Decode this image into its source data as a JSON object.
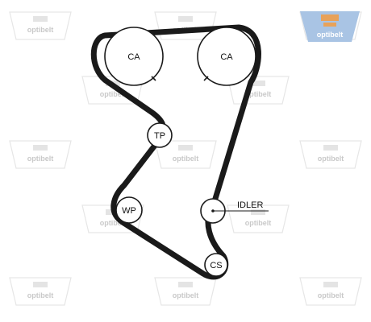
{
  "watermark": {
    "brand": "optibelt"
  },
  "logo": {
    "brand": "optibelt",
    "colors": {
      "background": "#a9c4e4",
      "emblem": "#e8a25a",
      "text": "#ffffff"
    }
  },
  "belt": {
    "color": "#1a1a1a"
  },
  "pulleys": [
    {
      "id": "ca-left",
      "label": "CA"
    },
    {
      "id": "ca-right",
      "label": "CA"
    },
    {
      "id": "tp",
      "label": "TP"
    },
    {
      "id": "wp",
      "label": "WP"
    },
    {
      "id": "idler",
      "label": ""
    },
    {
      "id": "cs",
      "label": "CS"
    }
  ],
  "idler_callout": {
    "label": "IDLER"
  }
}
